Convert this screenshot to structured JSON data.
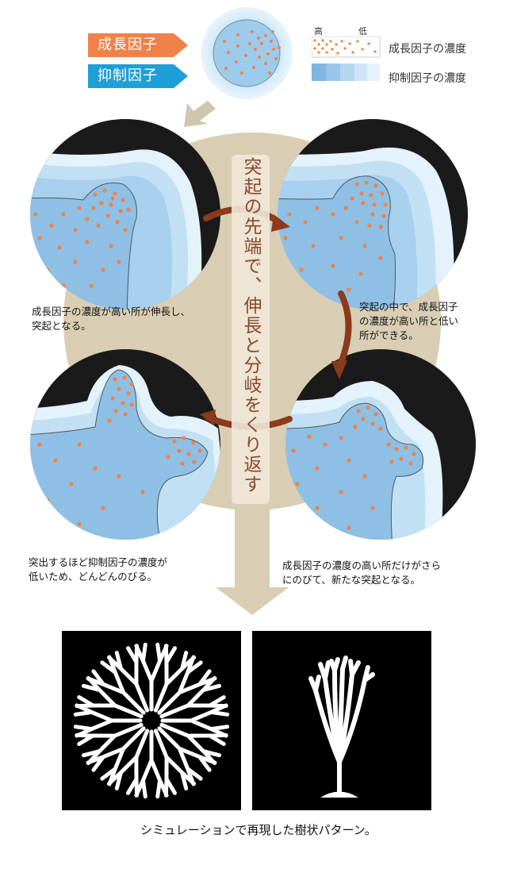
{
  "legend": {
    "growth_tag": "成長因子",
    "inhibitor_tag": "抑制因子",
    "high_label": "高",
    "low_label": "低",
    "growth_concentration": "成長因子の濃度",
    "inhibitor_concentration": "抑制因子の濃度"
  },
  "center_text": "突起の先端で、伸長と分岐をくり返す",
  "captions": {
    "step1": [
      "成長因子の濃度が高い所が伸長し、",
      "突起となる。"
    ],
    "step2": [
      "突起の中で、成長因子",
      "の濃度が高い所と低い",
      "所ができる。"
    ],
    "step3": [
      "成長因子の濃度の高い所だけがさら",
      "にのびて、新たな突起となる。"
    ],
    "step4": [
      "突出するほど抑制因子の濃度が",
      "低いため、どんどんのびる。"
    ]
  },
  "bottom_caption": "シミュレーションで再現した樹状パターン。",
  "colors": {
    "growth": "#ef8248",
    "inhibitor": "#1f9fd8",
    "blue_dark": "#8ec0e6",
    "blue_light": "#e3f2fb",
    "brown_arrow": "#8b3a1a",
    "beige": "#d9ceb3"
  }
}
